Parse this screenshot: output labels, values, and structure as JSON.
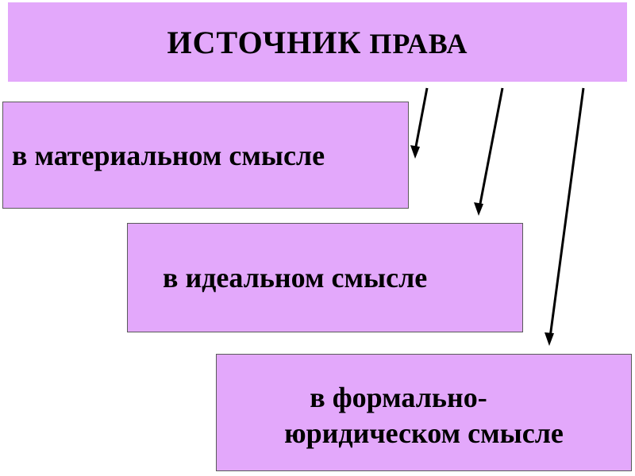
{
  "title": {
    "main": "ИСТОЧНИК",
    "rest": " ПРАВА"
  },
  "nodes": [
    {
      "id": "material",
      "label": "в материальном смысле"
    },
    {
      "id": "ideal",
      "label": "в идеальном смысле"
    },
    {
      "id": "formal",
      "label_line1": "в формально-",
      "label_line2": "юридическом смысле"
    }
  ],
  "edges": [
    {
      "from": "title",
      "to": "material"
    },
    {
      "from": "title",
      "to": "ideal"
    },
    {
      "from": "title",
      "to": "formal"
    }
  ],
  "colors": {
    "box_fill": "#e3a8fb",
    "arrow": "#000000"
  }
}
